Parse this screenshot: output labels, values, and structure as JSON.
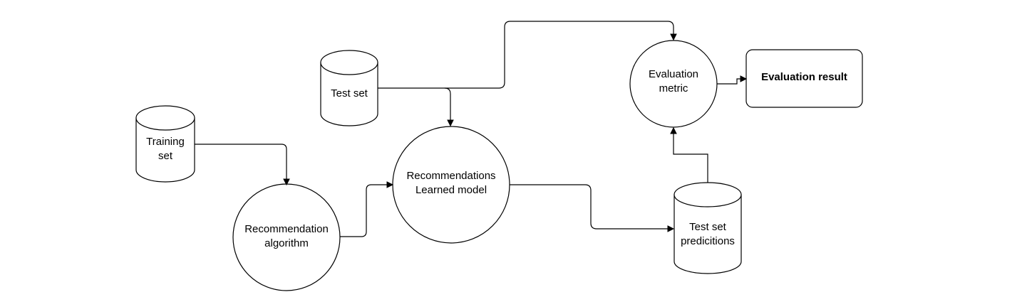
{
  "nodes": {
    "training_set": "Training\nset",
    "test_set": "Test set",
    "recommendation_algorithm": "Recommendation\nalgorithm",
    "learned_model": "Recommendations\nLearned model",
    "evaluation_metric": "Evaluation\nmetric",
    "evaluation_result": "Evaluation result",
    "test_set_predictions": "Test set\npredicitions"
  },
  "node_kinds": {
    "training_set": "cylinder",
    "test_set": "cylinder",
    "recommendation_algorithm": "circle",
    "learned_model": "circle",
    "evaluation_metric": "circle",
    "evaluation_result": "rounded-rect",
    "test_set_predictions": "cylinder"
  },
  "edges": [
    {
      "from": "training_set",
      "to": "recommendation_algorithm"
    },
    {
      "from": "recommendation_algorithm",
      "to": "learned_model"
    },
    {
      "from": "test_set",
      "to": "learned_model"
    },
    {
      "from": "test_set",
      "to": "evaluation_metric"
    },
    {
      "from": "learned_model",
      "to": "test_set_predictions"
    },
    {
      "from": "test_set_predictions",
      "to": "evaluation_metric"
    },
    {
      "from": "evaluation_metric",
      "to": "evaluation_result"
    }
  ]
}
